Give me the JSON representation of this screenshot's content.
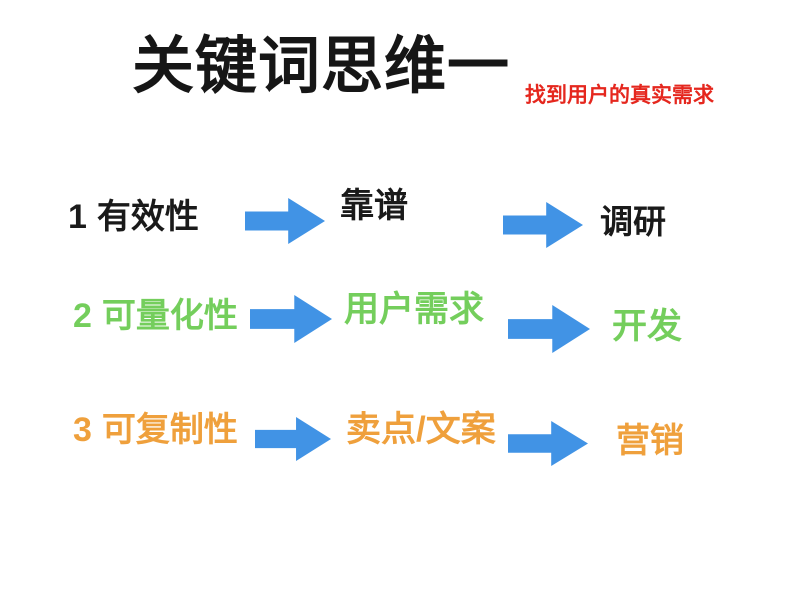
{
  "slide": {
    "title": "关键词思维一",
    "subtitle": "找到用户的真实需求"
  },
  "colors": {
    "title_black": "#161616",
    "subtitle_red": "#e5271e",
    "arrow_blue": "#4193e5",
    "row_black": "#1a1a1a",
    "row_green": "#74ce5c",
    "row_orange": "#efa03c",
    "background": "#ffffff"
  },
  "icons": {
    "arrow": "right-block-arrow"
  },
  "rows": [
    {
      "number": "1",
      "keyword": "有效性",
      "middle": "靠谱",
      "result": "调研",
      "color": "#1a1a1a"
    },
    {
      "number": "2",
      "keyword": "可量化性",
      "middle": "用户需求",
      "result": "开发",
      "color": "#74ce5c"
    },
    {
      "number": "3",
      "keyword": "可复制性",
      "middle": "卖点/文案",
      "result": "营销",
      "color": "#efa03c"
    }
  ]
}
